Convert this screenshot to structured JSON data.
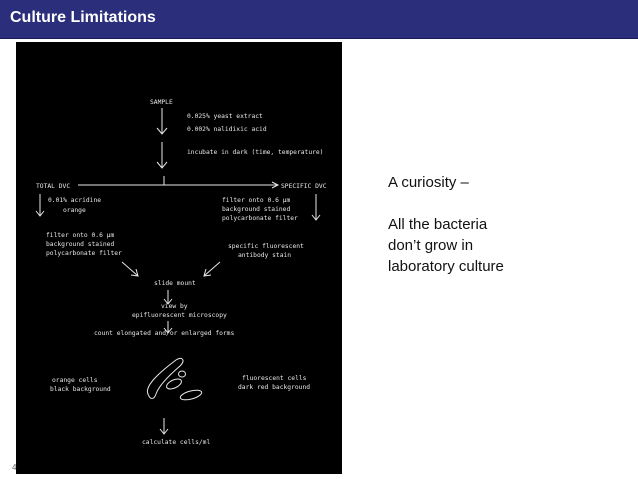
{
  "slide": {
    "title": "Culture Limitations",
    "side_text": {
      "line1": "A curiosity –",
      "line2": "All the bacteria",
      "line3": "don’t grow in",
      "line4": "laboratory culture"
    },
    "footer_marker": "4"
  },
  "figure": {
    "sample": "SAMPLE",
    "step1": "0.025% yeast extract",
    "step2": "0.002% nalidixic acid",
    "step3": "incubate in dark (time, temperature)",
    "left_branch": "TOTAL DVC",
    "right_branch": "SPECIFIC DVC",
    "left_stain_1": "0.01% acridine",
    "left_stain_2": "orange",
    "right_filter_1": "filter onto 0.6 μm",
    "right_filter_2": "background stained",
    "right_filter_3": "polycarbonate filter",
    "left_filter_1": "filter onto 0.6 μm",
    "left_filter_2": "background stained",
    "left_filter_3": "polycarbonate filter",
    "right_stain_1": "specific fluorescent",
    "right_stain_2": "antibody stain",
    "slide_mount": "slide mount",
    "view_1": "view by",
    "view_2": "epifluorescent microscopy",
    "count": "count elongated and/or enlarged forms",
    "left_result_1": "orange cells",
    "left_result_2": "black background",
    "right_result_1": "fluorescent cells",
    "right_result_2": "dark red background",
    "final": "calculate cells/ml"
  }
}
